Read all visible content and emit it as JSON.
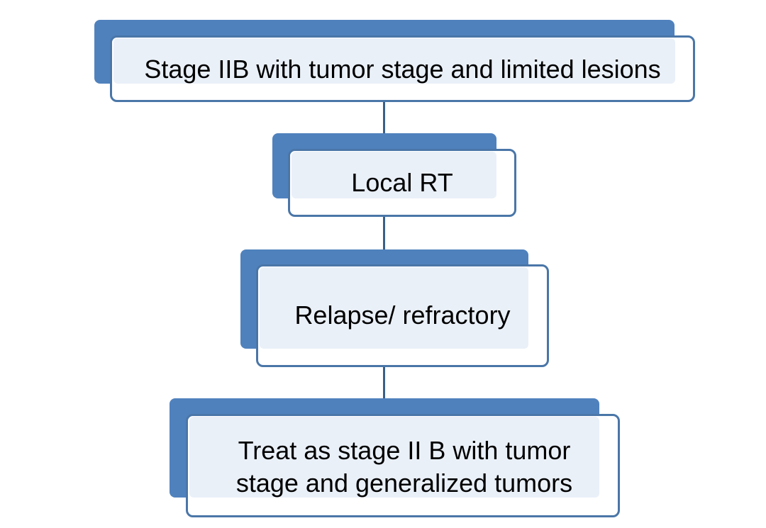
{
  "diagram": {
    "type": "flowchart",
    "colors": {
      "accent": "#4f81bd",
      "border": "#4a76a8",
      "box_fill": "#eaf0f8",
      "connector": "#3a5f8a",
      "text": "#000000"
    },
    "nodes": [
      {
        "id": "stage-iib",
        "label": "Stage IIB with tumor stage and limited lesions"
      },
      {
        "id": "local-rt",
        "label": "Local RT"
      },
      {
        "id": "relapse",
        "label": "Relapse/ refractory"
      },
      {
        "id": "treat",
        "label": "Treat as stage II B with tumor stage and generalized tumors"
      }
    ],
    "edges": [
      {
        "from": "stage-iib",
        "to": "local-rt"
      },
      {
        "from": "local-rt",
        "to": "relapse"
      },
      {
        "from": "relapse",
        "to": "treat"
      }
    ]
  }
}
